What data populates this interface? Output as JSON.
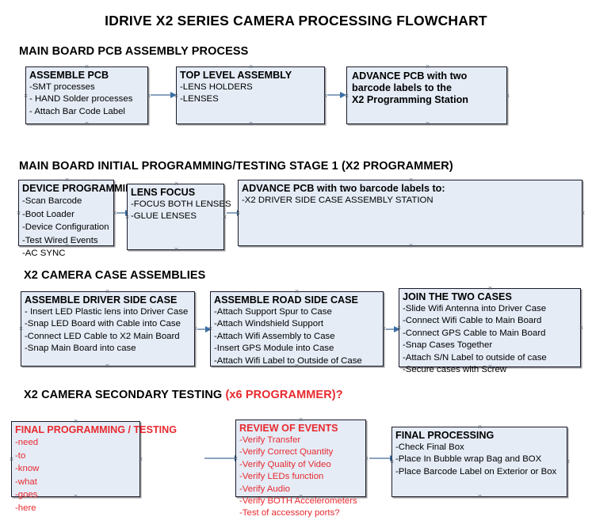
{
  "document": {
    "title": "IDRIVE X2  SERIES CAMERA PROCESSING FLOWCHART"
  },
  "sections": [
    {
      "id": "main-board-pcb-assembly-process",
      "heading": "MAIN BOARD PCB ASSEMBLY PROCESS",
      "heading_highlight": "",
      "nodes": [
        {
          "id": "assemble-pcb",
          "title": "ASSEMBLE PCB",
          "lines": [
            "-SMT processes",
            "- HAND Solder processes",
            "- Attach Bar Code Label"
          ],
          "color": "black"
        },
        {
          "id": "top-level-assembly",
          "title": "TOP LEVEL ASSEMBLY",
          "lines": [
            "-LENS HOLDERS",
            "-LENSES"
          ],
          "color": "black"
        },
        {
          "id": "advance-pcb-to-x2-programming-station",
          "title": "ADVANCE PCB with two",
          "lines": [
            "barcode labels to the",
            " X2 Programming Station"
          ],
          "color": "black",
          "all_bold": true
        }
      ]
    },
    {
      "id": "main-board-initial-programming-testing-stage-1",
      "heading": "MAIN BOARD INITIAL PROGRAMMING/TESTING STAGE 1 (X2 PROGRAMMER)",
      "heading_highlight": "",
      "nodes": [
        {
          "id": "device-programming",
          "title": "DEVICE PROGRAMMING",
          "lines": [
            "-Scan Barcode",
            "-Boot Loader",
            "-Device Configuration",
            "-Test Wired Events",
            "-AC SYNC"
          ],
          "color": "black"
        },
        {
          "id": "lens-focus",
          "title": "LENS FOCUS",
          "lines": [
            "-FOCUS BOTH LENSES",
            "-GLUE LENSES"
          ],
          "color": "black"
        },
        {
          "id": "advance-pcb-to-driver-side-case-assembly-station",
          "title": "ADVANCE PCB with two barcode labels to:",
          "lines": [
            "-X2 DRIVER  SIDE  CASE  ASSEMBLY STATION"
          ],
          "color": "black"
        }
      ]
    },
    {
      "id": "x2-camera-case-assemblies",
      "heading": "X2 CAMERA CASE ASSEMBLIES",
      "heading_highlight": "",
      "nodes": [
        {
          "id": "assemble-driver-side-case",
          "title": "ASSEMBLE DRIVER SIDE CASE",
          "lines": [
            "- Insert LED Plastic lens into Driver Case",
            "-Snap LED Board with Cable into Case",
            "-Connect LED Cable to X2 Main Board",
            "-Snap Main Board into case"
          ],
          "color": "black"
        },
        {
          "id": "assemble-road-side-case",
          "title": "ASSEMBLE ROAD SIDE CASE",
          "lines": [
            "-Attach Support Spur to Case",
            "-Attach Windshield Support",
            "-Attach Wifi Assembly to Case",
            "-Insert GPS Module into Case",
            "-Attach Wifi Label to Outside of Case"
          ],
          "color": "black"
        },
        {
          "id": "join-the-two-cases",
          "title": "JOIN THE TWO CASES",
          "lines": [
            "-Slide Wifi Antenna into Driver Case",
            "-Connect Wifi Cable to Main Board",
            "-Connect GPS Cable to Main Board",
            "-Snap Cases Together",
            "-Attach S/N Label to outside of case",
            "-Secure cases with Screw"
          ],
          "color": "black"
        }
      ]
    },
    {
      "id": "x2-camera-secondary-testing",
      "heading": "X2 CAMERA SECONDARY TESTING ",
      "heading_highlight": "(x6 PROGRAMMER)?",
      "nodes": [
        {
          "id": "final-programming-testing",
          "title": "FINAL PROGRAMMING / TESTING",
          "lines": [
            "-need",
            "-to",
            "-know",
            "-what",
            "-goes",
            "-here"
          ],
          "color": "red"
        },
        {
          "id": "review-of-events",
          "title": "REVIEW OF EVENTS",
          "lines": [
            "-Verify Transfer",
            "-Verify Correct Quantity",
            "-Verify Quality of Video",
            "-Verify LEDs function",
            "-Verify Audio",
            "-Verify BOTH Accelerometers",
            "-Test of accessory ports?"
          ],
          "color": "red"
        },
        {
          "id": "final-processing",
          "title": "FINAL PROCESSING",
          "lines": [
            " -Check Final Box",
            "-Place In Bubble wrap Bag and BOX",
            "-Place Barcode Label on Exterior or Box"
          ],
          "color": "black"
        }
      ]
    }
  ],
  "colors": {
    "node_fill": "#e5ecf6",
    "node_border": "#1b1b2b",
    "connector_line": "#8ba3bd",
    "connector_arrow": "#3a6ea5",
    "accent_red": "#e8292f",
    "text": "#000000"
  }
}
